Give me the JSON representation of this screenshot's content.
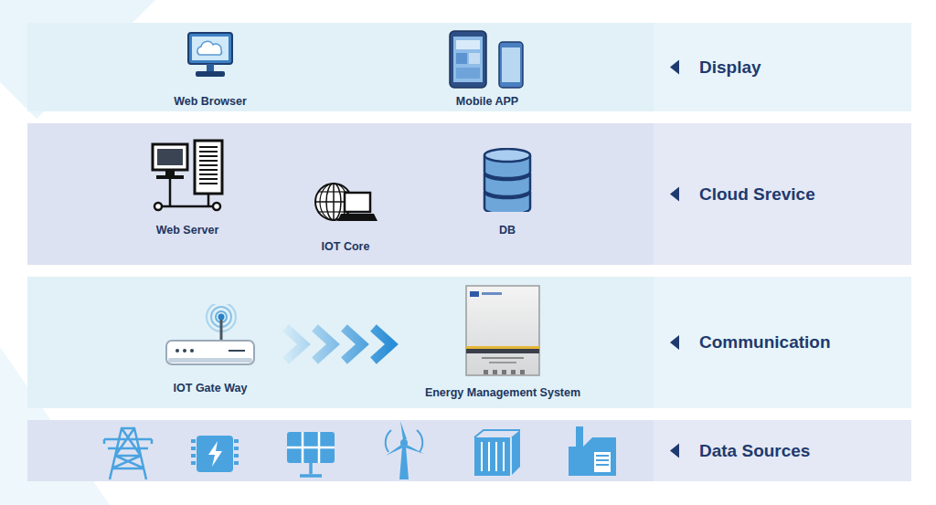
{
  "diagram": {
    "nodes": [
      {
        "text": [
          "Display"
        ]
      },
      {
        "text": [
          "Web Browser"
        ],
        "in": 0
      },
      {
        "text": [
          "Mobile APP"
        ],
        "in": 0
      },
      {
        "text": [
          "Cloud Srevice"
        ]
      },
      {
        "text": [
          "Web Server"
        ],
        "in": 3
      },
      {
        "text": [
          "IOT Core"
        ],
        "in": 3
      },
      {
        "text": [
          "DB"
        ],
        "in": 3
      },
      {
        "text": [
          "Communication"
        ]
      },
      {
        "text": [
          "IOT Gate Way"
        ],
        "in": 7
      },
      {
        "text": [
          "Energy Management System"
        ],
        "in": 7
      },
      {
        "text": [
          "Data Sources"
        ]
      }
    ],
    "edges": [
      {
        "from": 8,
        "to": 9,
        "arrow": "to"
      }
    ]
  }
}
